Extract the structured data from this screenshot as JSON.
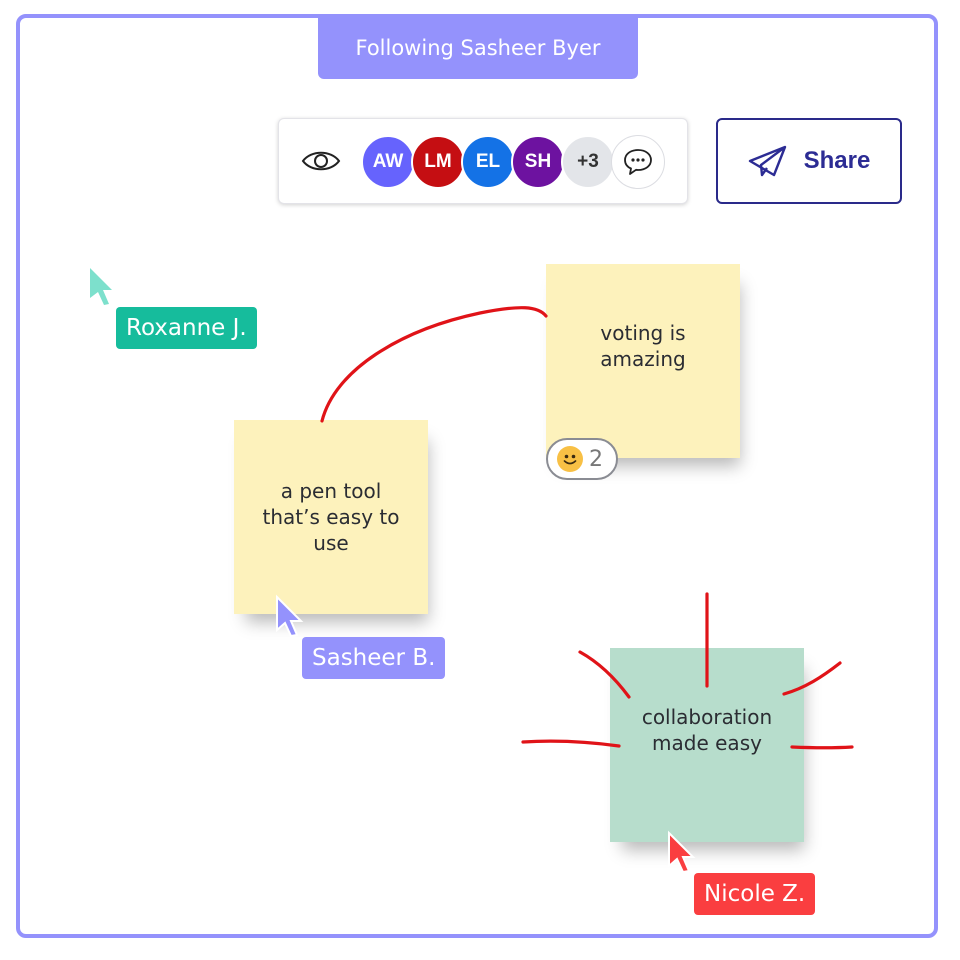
{
  "banner": {
    "text": "Following Sasheer Byer"
  },
  "presence": {
    "avatars": [
      {
        "initials": "AW",
        "color": "#6663fd"
      },
      {
        "initials": "LM",
        "color": "#c50e12"
      },
      {
        "initials": "EL",
        "color": "#1472e6"
      },
      {
        "initials": "SH",
        "color": "#6d12a0"
      }
    ],
    "more_count": "+3",
    "icons": {
      "view": "eye-icon",
      "comment": "comment-icon"
    }
  },
  "share": {
    "label": "Share",
    "icon": "paper-plane-icon",
    "color": "#2c2c94"
  },
  "notes": [
    {
      "text": "voting is amazing",
      "color": "yellow",
      "reaction": {
        "icon": "smiley-icon",
        "count": "2"
      }
    },
    {
      "text": "a pen tool that’s easy to use",
      "color": "yellow"
    },
    {
      "text": "collaboration made easy",
      "color": "green"
    }
  ],
  "collaborators": [
    {
      "name": "Roxanne J.",
      "color": "#16bc9c",
      "cursor_color": "#7de0cc"
    },
    {
      "name": "Sasheer B.",
      "color": "#9492fc",
      "cursor_color": "#9492fc"
    },
    {
      "name": "Nicole Z.",
      "color": "#fa3e40",
      "cursor_color": "#fa3e40"
    }
  ],
  "colors": {
    "frame": "#9492fc",
    "ink": "#e01318"
  }
}
